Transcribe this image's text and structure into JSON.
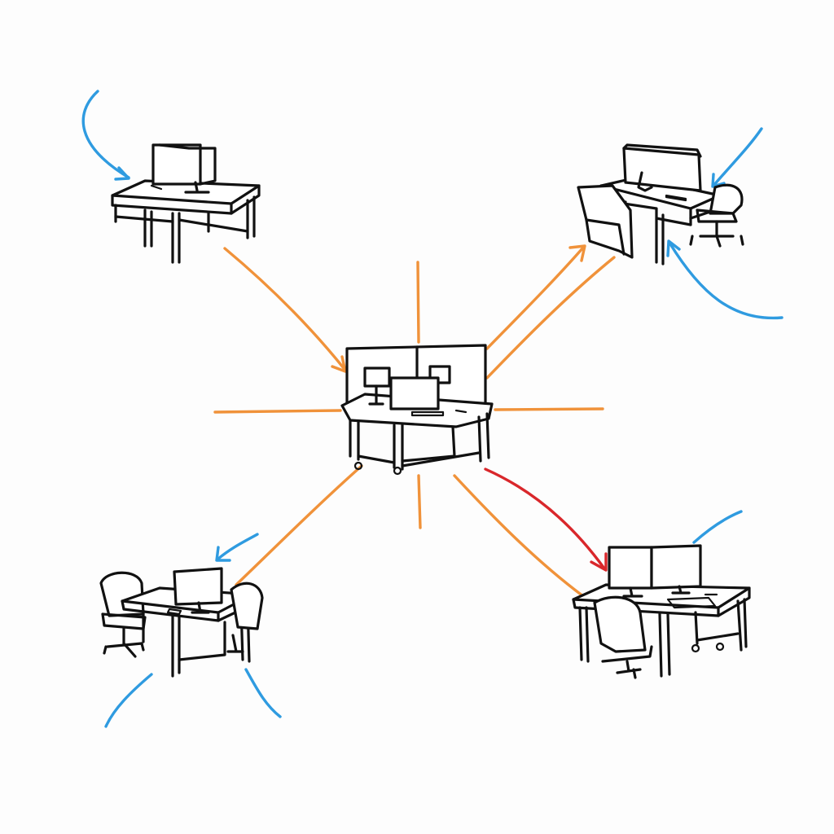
{
  "diagram": {
    "type": "hub-and-spoke sketch",
    "colors": {
      "background": "#fdfdfd",
      "ink": "#111111",
      "orange": "#f0923a",
      "blue": "#2f9be0",
      "red": "#d9272b"
    },
    "nodes": [
      {
        "id": "hub",
        "icon": "cubicle-workstation-icon",
        "role": "center"
      },
      {
        "id": "top-left",
        "icon": "desk-with-monitor-icon"
      },
      {
        "id": "top-right",
        "icon": "desk-with-chairs-icon"
      },
      {
        "id": "bottom-left",
        "icon": "desk-with-chairs-icon"
      },
      {
        "id": "bottom-right",
        "icon": "dual-monitor-desk-icon"
      }
    ],
    "links": [
      {
        "from": "top-left",
        "to": "hub",
        "color": "orange",
        "arrow": true
      },
      {
        "from": "hub",
        "to": "top-right",
        "color": "orange",
        "arrow": true
      },
      {
        "from": "hub",
        "to": "top-right",
        "color": "orange",
        "arrow": false
      },
      {
        "from": "bottom-left",
        "to": "hub",
        "color": "orange",
        "arrow": false
      },
      {
        "from": "hub",
        "to": "bottom-right",
        "color": "orange",
        "arrow": false
      },
      {
        "from": "hub",
        "to": "bottom-right",
        "color": "red",
        "arrow": true
      }
    ],
    "hub_rays": 4,
    "blue_pointers": 7
  }
}
